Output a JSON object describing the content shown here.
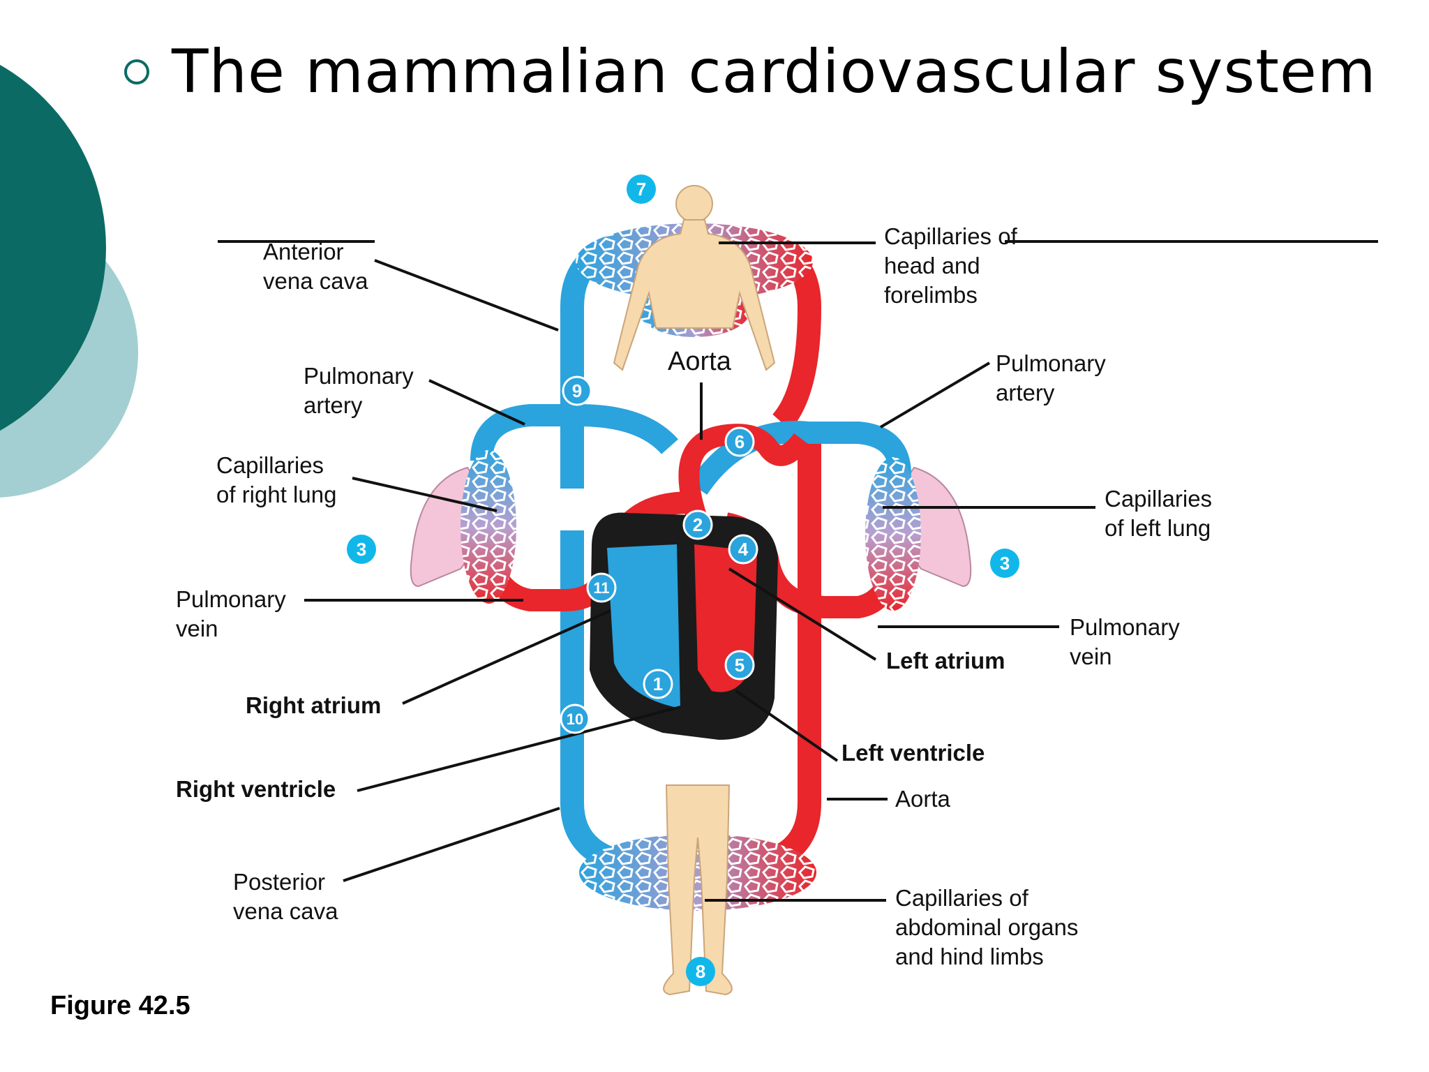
{
  "title": "The mammalian cardiovascular system",
  "figure_label": "Figure 42.5",
  "colors": {
    "oxygen_poor": "#2ba3dd",
    "oxygen_rich": "#e8262b",
    "heart": "#1b1b1b",
    "badge": "#12b7ea",
    "accent_dark": "#0b6b64",
    "accent_light": "#a3cfd2"
  },
  "labels": {
    "anterior_vena_cava": [
      "Anterior",
      "vena cava"
    ],
    "capillaries_head": [
      "Capillaries of",
      "head and",
      "forelimbs"
    ],
    "aorta_top": [
      "Aorta"
    ],
    "pulmonary_artery_left": [
      "Pulmonary",
      "artery"
    ],
    "pulmonary_artery_right": [
      "Pulmonary",
      "artery"
    ],
    "capillaries_right_lung": [
      "Capillaries",
      "of right lung"
    ],
    "capillaries_left_lung": [
      "Capillaries",
      "of left lung"
    ],
    "pulmonary_vein_left": [
      "Pulmonary",
      "vein"
    ],
    "pulmonary_vein_right": [
      "Pulmonary",
      "vein"
    ],
    "left_atrium": [
      "Left atrium"
    ],
    "right_atrium": [
      "Right atrium"
    ],
    "left_ventricle": [
      "Left ventricle"
    ],
    "right_ventricle": [
      "Right ventricle"
    ],
    "aorta_bottom": [
      "Aorta"
    ],
    "posterior_vena_cava": [
      "Posterior",
      "vena cava"
    ],
    "capillaries_abdominal": [
      "Capillaries of",
      "abdominal organs",
      "and hind limbs"
    ]
  },
  "step_numbers": [
    "1",
    "2",
    "3",
    "3",
    "4",
    "5",
    "6",
    "7",
    "8",
    "9",
    "10",
    "11"
  ]
}
